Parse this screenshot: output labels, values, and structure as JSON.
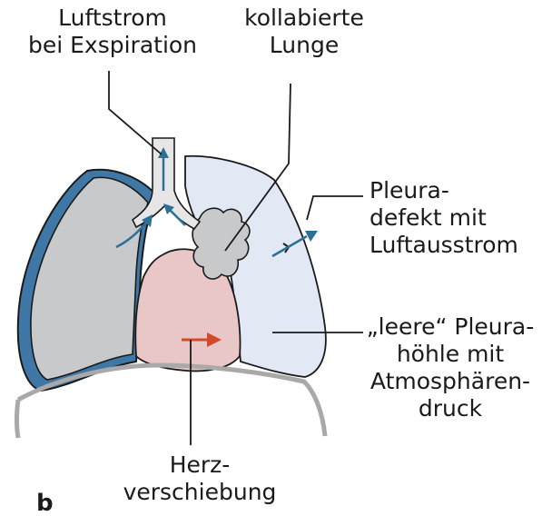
{
  "labels": {
    "airflow": "Luftstrom\nbei Exspiration",
    "collapsed_lung": "kollabierte\nLunge",
    "pleural_defect": "Pleura-\ndefekt mit\nLuftausstrom",
    "empty_pleura": "„leere“ Pleura-\nhöhle mit\nAtmosphären-\ndruck",
    "heart_shift": "Herz-\nverschiebung",
    "panel": "b"
  },
  "colors": {
    "outline": "#1a1a1a",
    "pleura_blue": "#3f78a6",
    "lung_gray": "#c8c9cb",
    "cavity_blue": "#e2e8f4",
    "heart_pink": "#e9c7c7",
    "arrow_blue": "#2c6f97",
    "arrow_red": "#d24a2a",
    "diaphragm_gray": "#a9a9a9"
  }
}
